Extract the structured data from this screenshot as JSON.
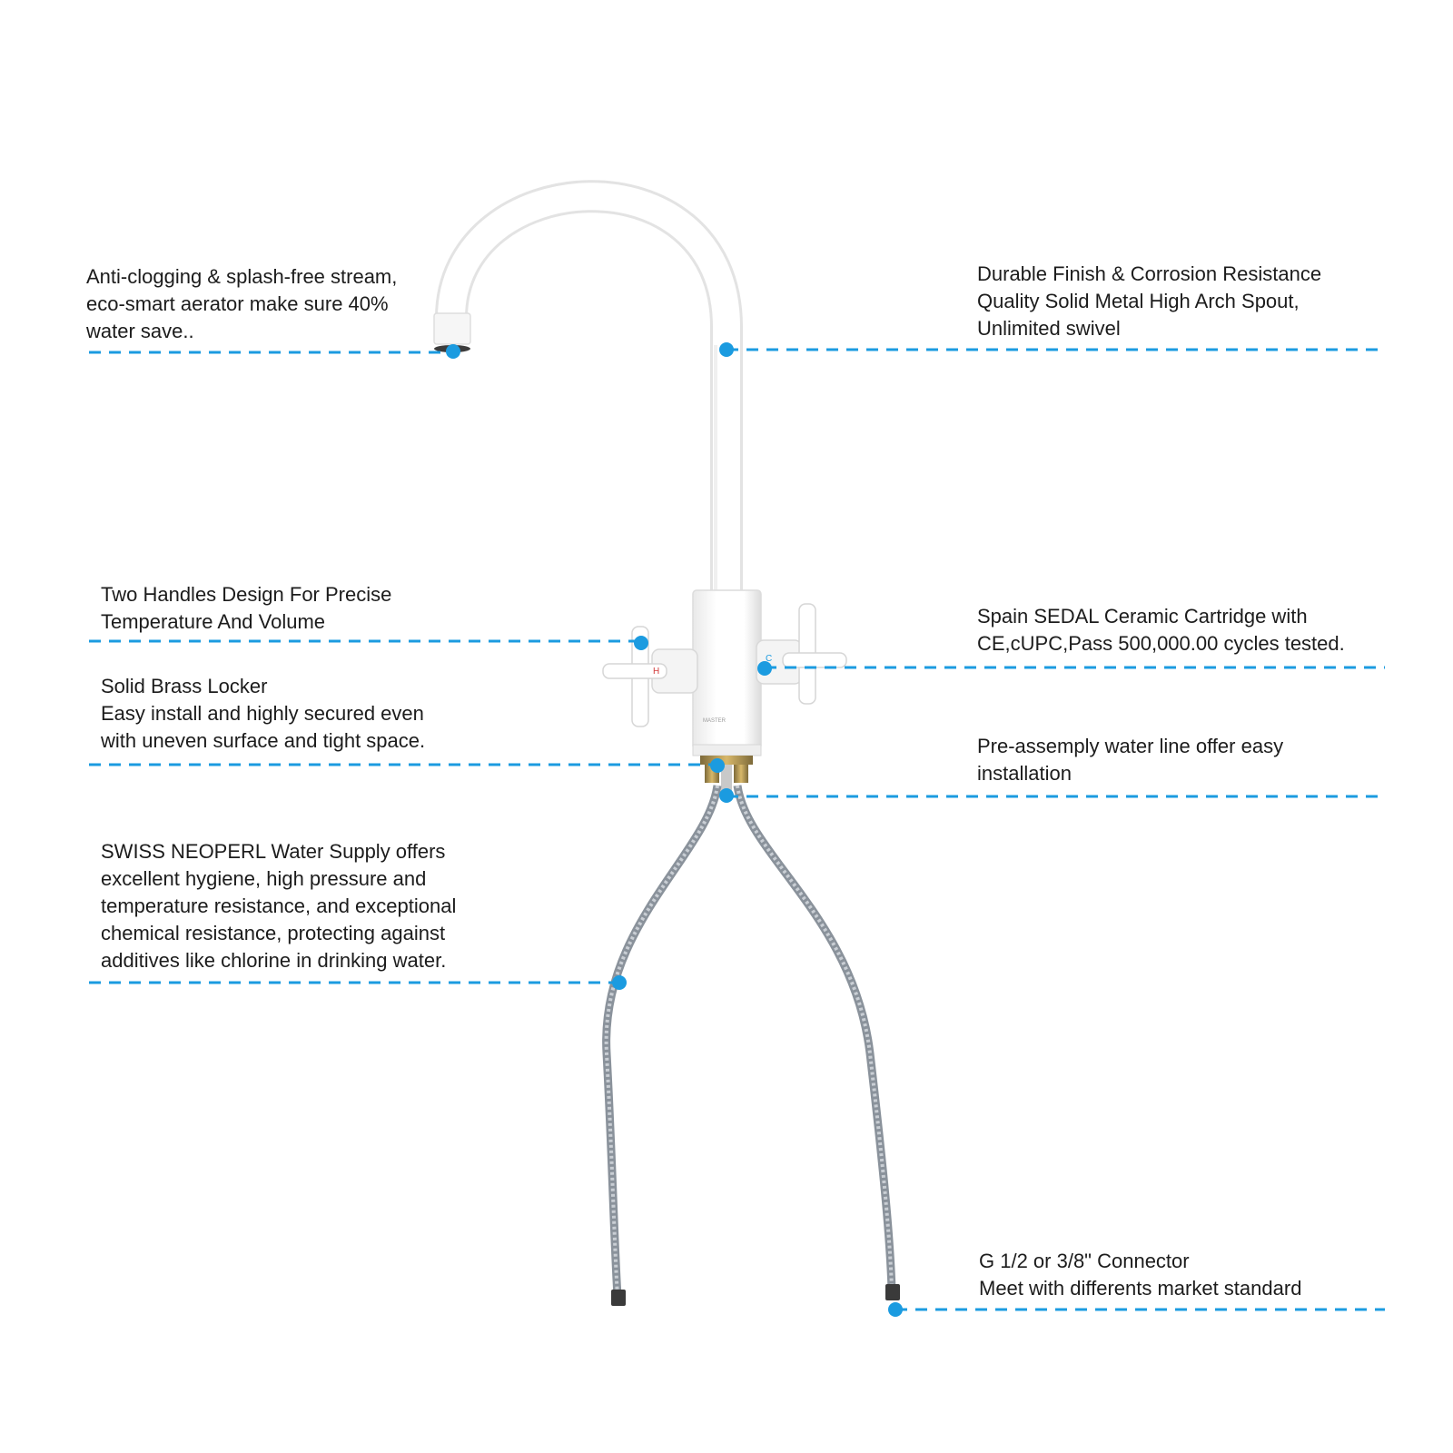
{
  "colors": {
    "background": "#ffffff",
    "accent": "#1b9be0",
    "text": "#1c1c1c",
    "faucet_body": "#ffffff",
    "faucet_shade": "#e6e6e6",
    "hose": "#9aa2ab",
    "brass": "#b8913c",
    "hot_mark": "#d23b3b",
    "cold_mark": "#1b9be0"
  },
  "product": {
    "brand_mark": "MASTER",
    "hot_label": "H",
    "cold_label": "C"
  },
  "callouts": {
    "aerator": {
      "lines": [
        "Anti-clogging & splash-free stream,",
        "eco-smart aerator make sure 40%",
        "water save.."
      ]
    },
    "spout": {
      "lines": [
        "Durable Finish & Corrosion Resistance",
        "Quality Solid Metal High Arch Spout,",
        "Unlimited swivel"
      ]
    },
    "handles": {
      "lines": [
        "Two Handles Design For Precise",
        "Temperature And Volume"
      ]
    },
    "cartridge": {
      "lines": [
        "Spain SEDAL Ceramic Cartridge with",
        "CE,cUPC,Pass 500,000.00 cycles tested."
      ]
    },
    "locker": {
      "lines": [
        "Solid Brass Locker",
        "Easy install and highly secured even",
        "with uneven surface and tight space."
      ]
    },
    "water_line": {
      "lines": [
        "Pre-assemply water line offer easy",
        "installation"
      ]
    },
    "supply_hose": {
      "lines": [
        "SWISS NEOPERL Water Supply offers",
        "excellent hygiene, high pressure and",
        "temperature resistance, and exceptional",
        "chemical resistance, protecting against",
        "additives like chlorine in drinking water."
      ]
    },
    "connector": {
      "lines": [
        "G 1/2 or 3/8\" Connector",
        "Meet with differents market standard"
      ]
    }
  }
}
